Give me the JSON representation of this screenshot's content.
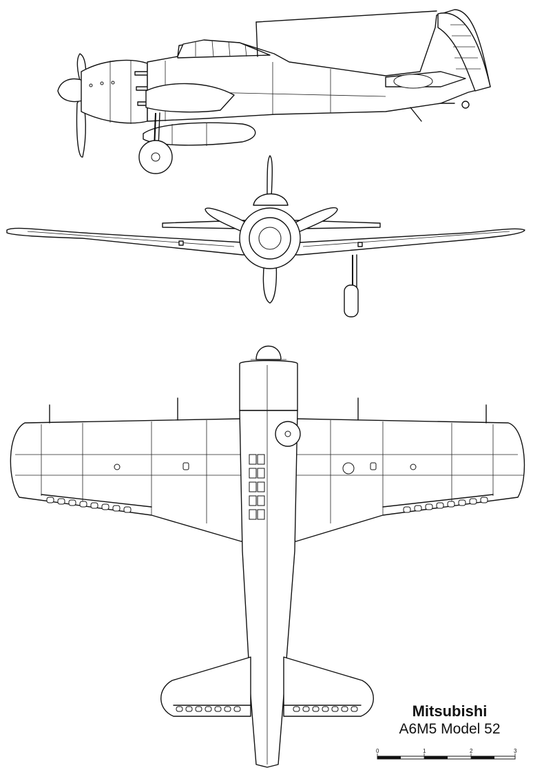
{
  "title": {
    "line1": "Mitsubishi",
    "line2": "A6M5 Model 52"
  },
  "scale_bar": {
    "ticks": [
      "0",
      "1",
      "2",
      "3"
    ]
  },
  "views": [
    "side-view",
    "front-view",
    "top-view"
  ]
}
